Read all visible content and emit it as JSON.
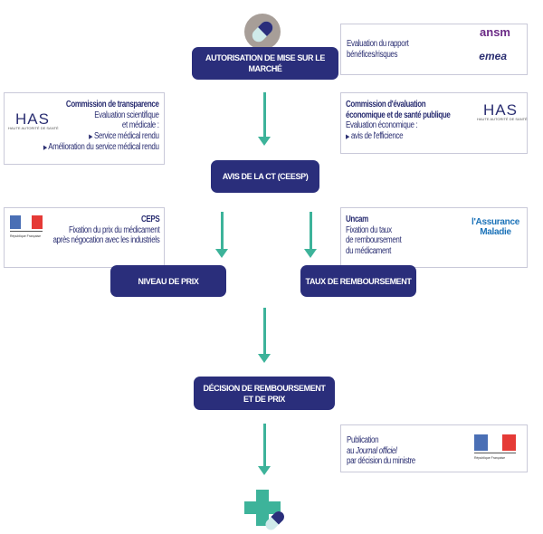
{
  "colors": {
    "step_bg": "#2a2e7b",
    "arrow": "#3db39a",
    "text": "#2b2f72"
  },
  "steps": {
    "amm": "AUTORISATION DE MISE SUR LE MARCHÉ",
    "avis": "AVIS DE LA CT (CEESP)",
    "prix": "NIVEAU DE PRIX",
    "taux": "TAUX DE REMBOURSEMENT",
    "decision_l1": "DÉCISION DE REMBOURSEMENT",
    "decision_l2": "ET DE PRIX"
  },
  "boxes": {
    "ansm": {
      "lines": [
        "Evaluation du rapport",
        "bénéfices/risques"
      ],
      "logos": [
        "ansm",
        "emea"
      ]
    },
    "ct": {
      "title": "Commission de transparence",
      "lines": [
        "Evaluation scientifique",
        "et médicale :"
      ],
      "bullets": [
        "Service médical rendu",
        "Amélioration du service médical rendu"
      ],
      "logo": "HAS",
      "logo_sub": "HAUTE AUTORITÉ DE SANTÉ"
    },
    "ceesp": {
      "title_l1": "Commission d'évaluation",
      "title_l2": "économique et de santé publique",
      "lines": [
        "Evaluation économique :"
      ],
      "bullets": [
        "avis de l'efficience"
      ],
      "logo": "HAS",
      "logo_sub": "HAUTE AUTORITÉ DE SANTÉ"
    },
    "ceps": {
      "title": "CEPS",
      "lines": [
        "Fixation du prix du médicament",
        "après négocation avec les industriels"
      ],
      "logo": "République Française"
    },
    "uncam": {
      "title": "Uncam",
      "lines": [
        "Fixation du taux",
        "de remboursement",
        "du médicament"
      ],
      "logo_l1": "l'Assurance",
      "logo_l2": "Maladie"
    },
    "publication": {
      "l1": "Publication",
      "l2_prefix": "au ",
      "l2_italic": "Journal officiel",
      "l3": "par décision du ministre",
      "logo": "République Française"
    }
  },
  "icons": {
    "top": "pill-icon",
    "bottom": "medical-cross-pill-icon",
    "bullet": "triangle-right-icon"
  }
}
